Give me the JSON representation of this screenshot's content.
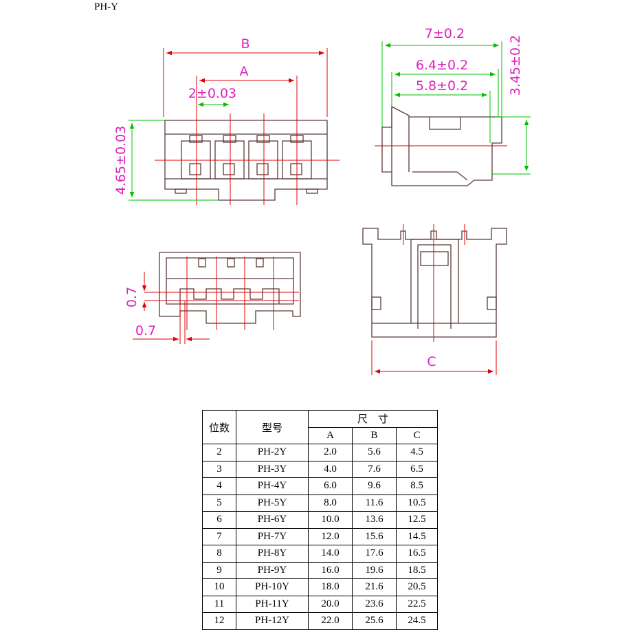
{
  "title": "PH-Y",
  "drawing": {
    "dims": {
      "B": "B",
      "A": "A",
      "pitch": "2±0.03",
      "height": "4.65±0.03",
      "w7": "7±0.2",
      "w64": "6.4±0.2",
      "w58": "5.8±0.2",
      "h345": "3.45±0.2",
      "t07v": "0.7",
      "t07h": "0.7",
      "C": "C"
    }
  },
  "table": {
    "header": {
      "positions": "位数",
      "model": "型号",
      "size": "尺　寸",
      "A": "A",
      "B": "B",
      "C": "C"
    },
    "rows": [
      [
        "2",
        "PH-2Y",
        "2.0",
        "5.6",
        "4.5"
      ],
      [
        "3",
        "PH-3Y",
        "4.0",
        "7.6",
        "6.5"
      ],
      [
        "4",
        "PH-4Y",
        "6.0",
        "9.6",
        "8.5"
      ],
      [
        "5",
        "PH-5Y",
        "8.0",
        "11.6",
        "10.5"
      ],
      [
        "6",
        "PH-6Y",
        "10.0",
        "13.6",
        "12.5"
      ],
      [
        "7",
        "PH-7Y",
        "12.0",
        "15.6",
        "14.5"
      ],
      [
        "8",
        "PH-8Y",
        "14.0",
        "17.6",
        "16.5"
      ],
      [
        "9",
        "PH-9Y",
        "16.0",
        "19.6",
        "18.5"
      ],
      [
        "10",
        "PH-10Y",
        "18.0",
        "21.6",
        "20.5"
      ],
      [
        "11",
        "PH-11Y",
        "20.0",
        "23.6",
        "22.5"
      ],
      [
        "12",
        "PH-12Y",
        "22.0",
        "25.6",
        "24.5"
      ]
    ]
  }
}
